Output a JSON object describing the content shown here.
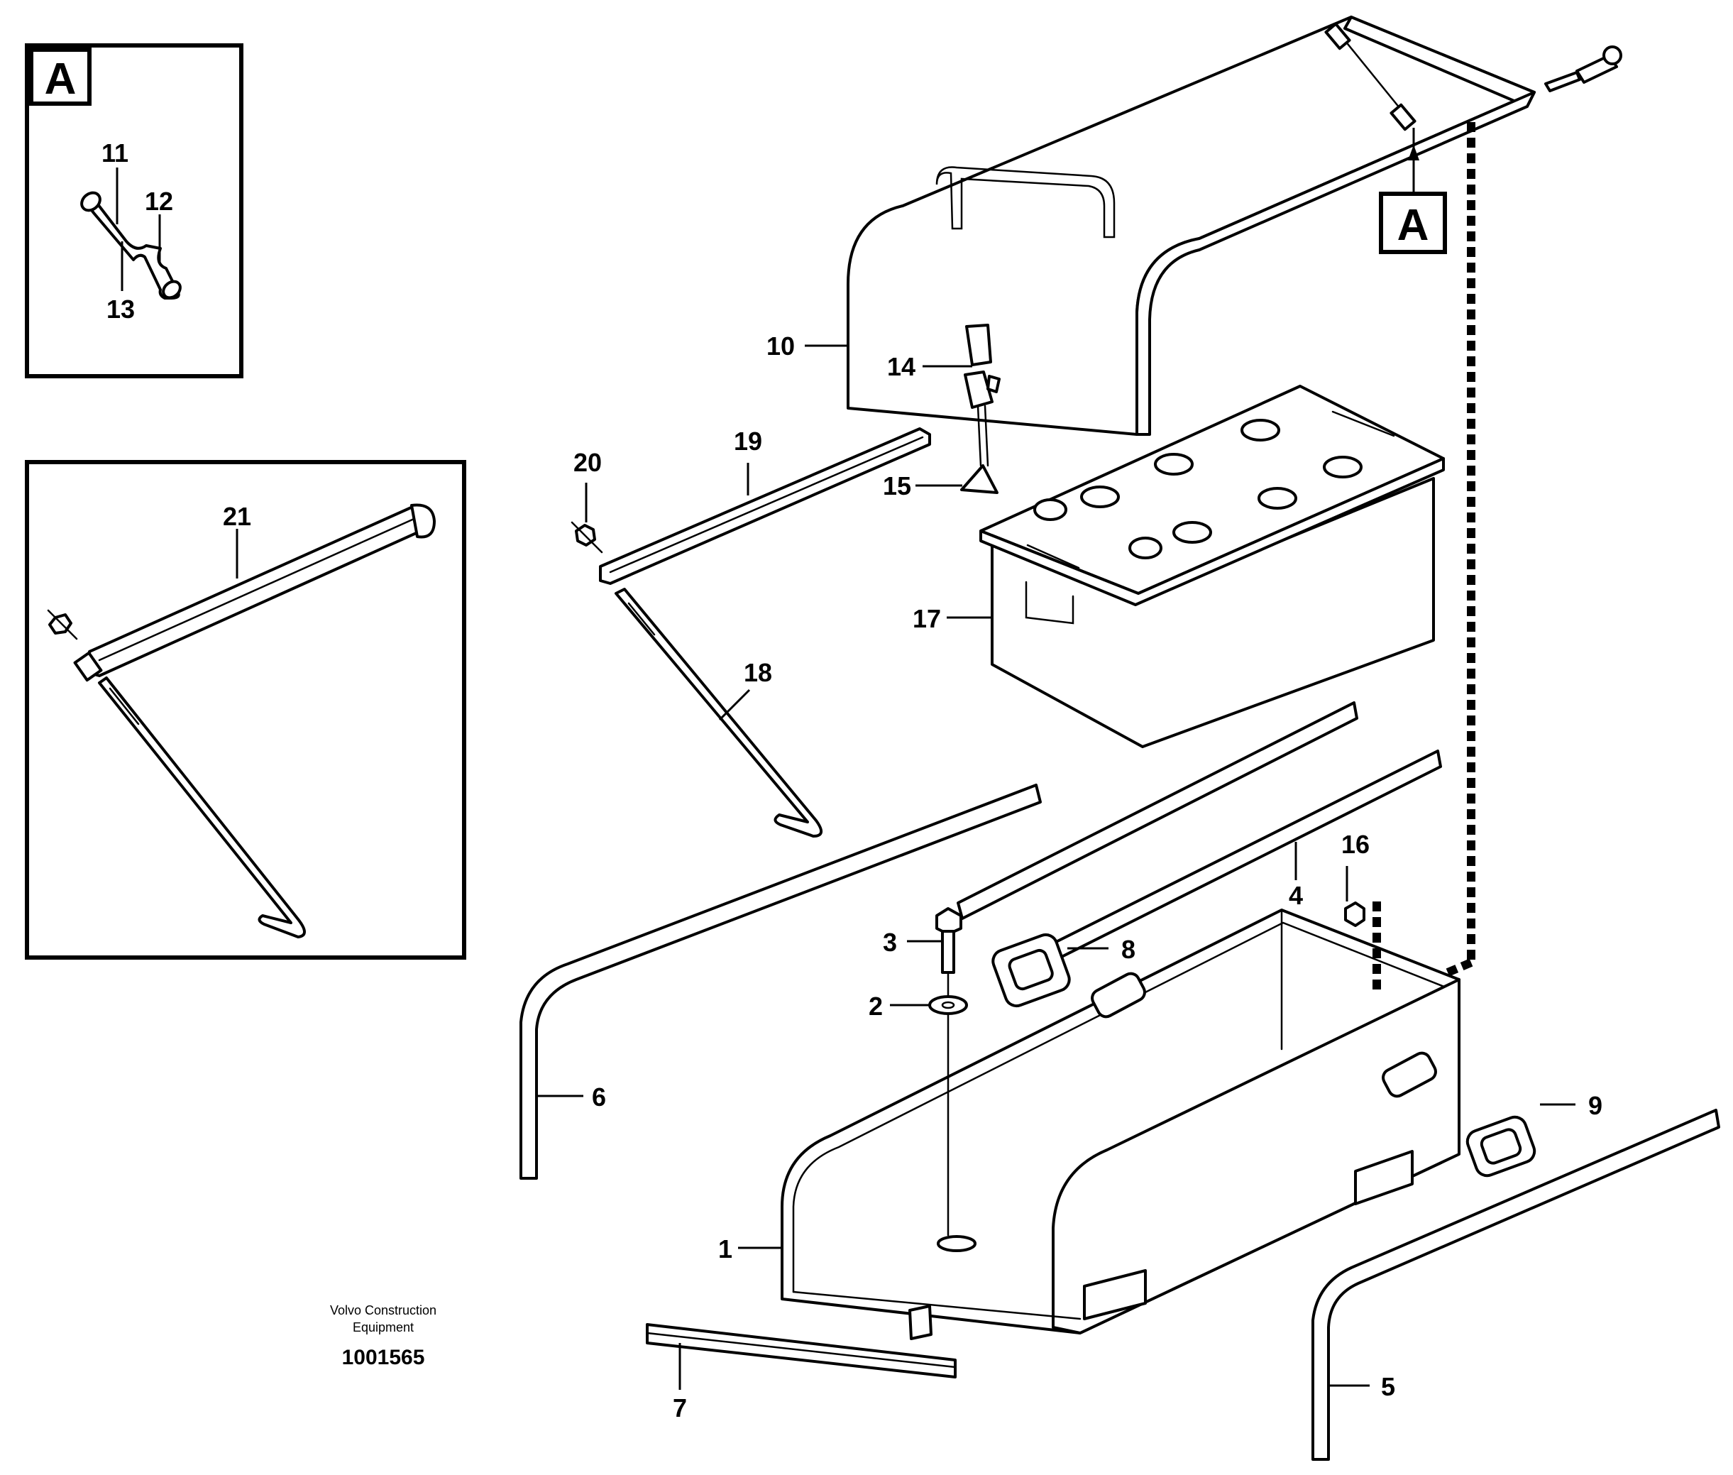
{
  "callouts": {
    "c1": "1",
    "c2": "2",
    "c3": "3",
    "c4": "4",
    "c5": "5",
    "c6": "6",
    "c7": "7",
    "c8": "8",
    "c9": "9",
    "c10": "10",
    "c11": "11",
    "c12": "12",
    "c13": "13",
    "c14": "14",
    "c15": "15",
    "c16": "16",
    "c17": "17",
    "c18": "18",
    "c19": "19",
    "c20": "20",
    "c21": "21"
  },
  "detail_marker": {
    "letter": "A"
  },
  "watermark": {
    "line1": "Volvo Construction",
    "line2": "Equipment",
    "figure_number": "1001565"
  }
}
